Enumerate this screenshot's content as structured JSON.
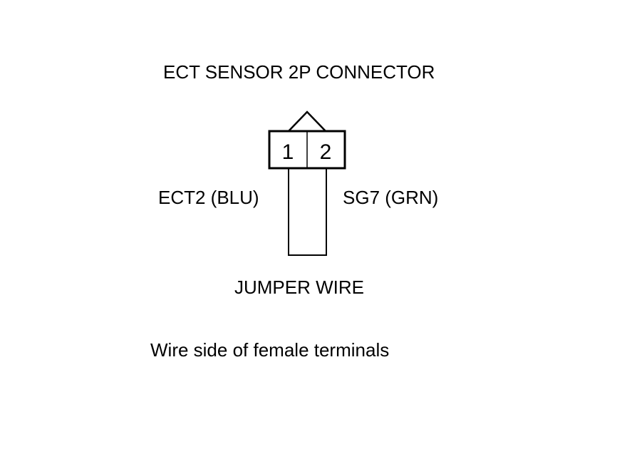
{
  "title": "ECT SENSOR 2P CONNECTOR",
  "pins": [
    {
      "number": "1"
    },
    {
      "number": "2"
    }
  ],
  "wires": {
    "left": "ECT2 (BLU)",
    "right": "SG7 (GRN)"
  },
  "jumper_label": "JUMPER WIRE",
  "footnote": "Wire side of female terminals",
  "colors": {
    "line": "#000000",
    "background": "#ffffff"
  }
}
